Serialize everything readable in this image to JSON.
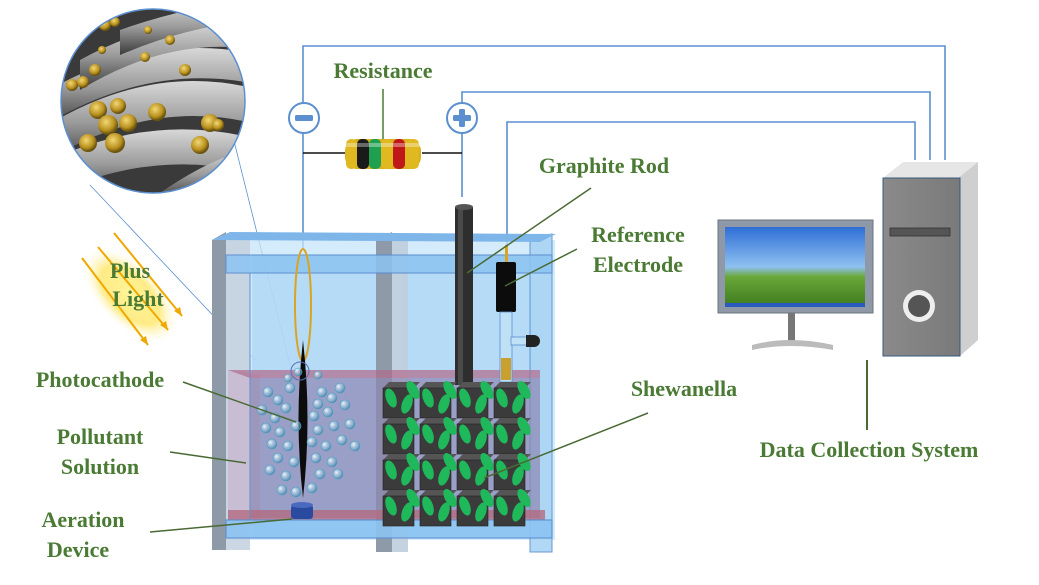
{
  "labels": {
    "resistance": "Resistance",
    "graphite_rod": "Graphite Rod",
    "reference_electrode_line1": "Reference",
    "reference_electrode_line2": "Electrode",
    "shewanella": "Shewanella",
    "data_collection_system": "Data Collection System",
    "photocathode": "Photocathode",
    "pollutant_solution_line1": "Pollutant",
    "pollutant_solution_line2": "Solution",
    "aeration_device_line1": "Aeration",
    "aeration_device_line2": "Device",
    "light_line1": "Plus",
    "light_line2": "Light"
  },
  "terminals": {
    "negative_symbol": "−",
    "positive_symbol": "+"
  },
  "colors": {
    "label_green": "#4a7a34",
    "wire_blue": "#5b8fcf",
    "tank_blue": "#a9d4f5",
    "solution_mauve": "#a090b0",
    "bacteria_green": "#1fb85a",
    "graphite_dark": "#2e2e2e",
    "light_yellow": "#f5c400"
  }
}
